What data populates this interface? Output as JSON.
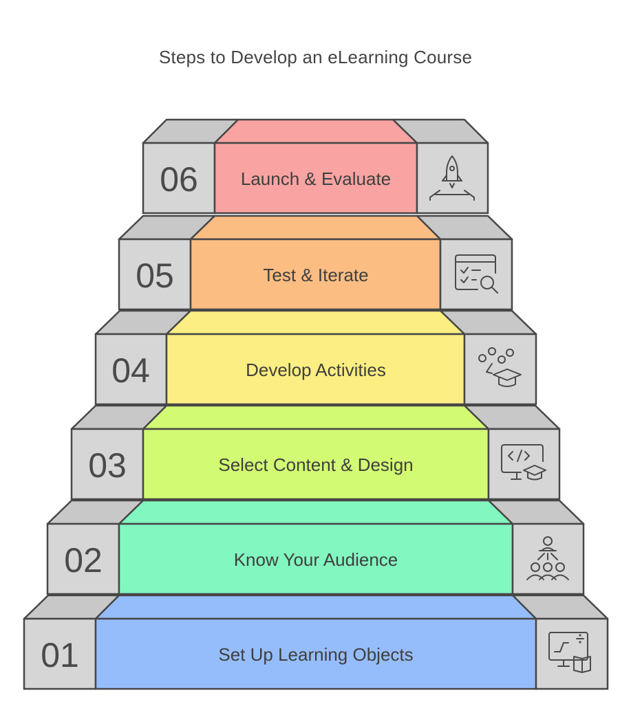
{
  "title": "Steps to Develop an eLearning Course",
  "steps": [
    {
      "number": "01",
      "label": "Set Up Learning Objects",
      "icon": "math-book-icon",
      "color": "#96bdfb"
    },
    {
      "number": "02",
      "label": "Know Your Audience",
      "icon": "audience-icon",
      "color": "#82f7c0"
    },
    {
      "number": "03",
      "label": "Select Content & Design",
      "icon": "code-graduation-icon",
      "color": "#d2fa73"
    },
    {
      "number": "04",
      "label": "Develop Activities",
      "icon": "activities-graduation-icon",
      "color": "#fcee82"
    },
    {
      "number": "05",
      "label": "Test & Iterate",
      "icon": "test-search-icon",
      "color": "#fcbd83"
    },
    {
      "number": "06",
      "label": "Launch & Evaluate",
      "icon": "rocket-launch-icon",
      "color": "#f9a4a2"
    }
  ]
}
